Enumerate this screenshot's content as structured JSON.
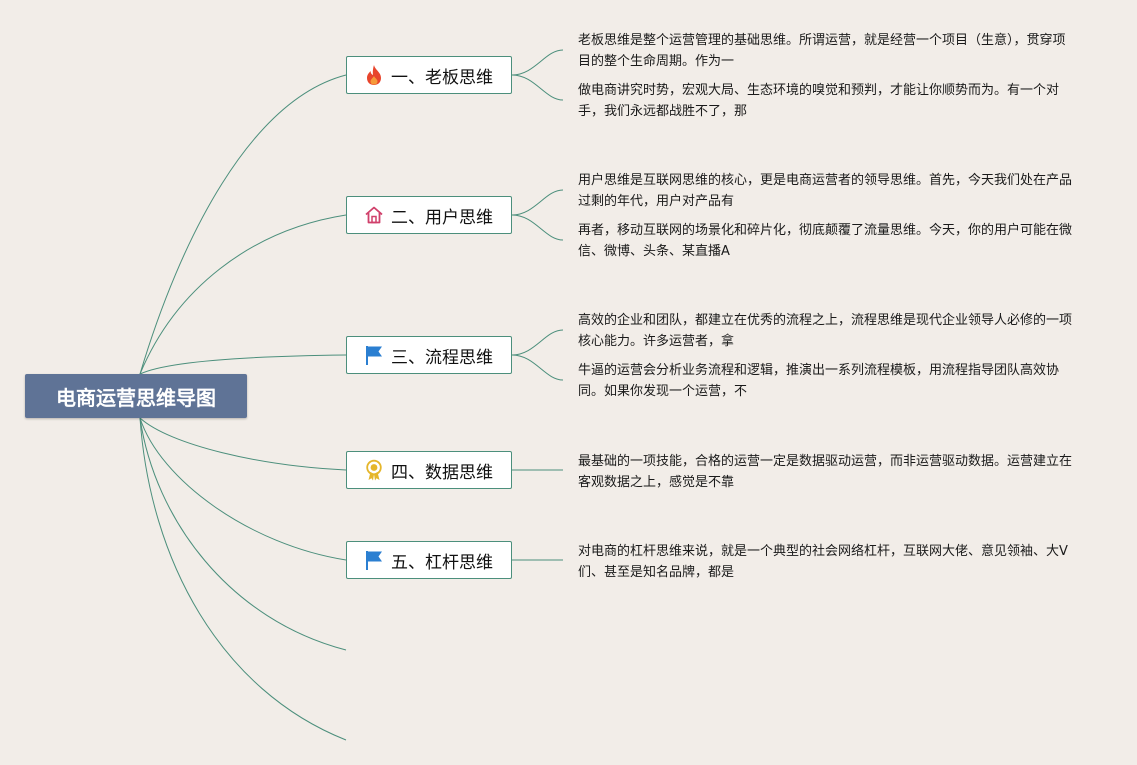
{
  "root": {
    "title": "电商运营思维导图"
  },
  "colors": {
    "background": "#f2ede8",
    "root_fill": "#5f7396",
    "connector": "#4c8f7c",
    "fire": "#e8452c",
    "house": "#d0406b",
    "flag": "#2b7fd1",
    "medal": "#e5b62b"
  },
  "branches": [
    {
      "label": "一、老板思维",
      "icon": "fire-icon",
      "notes": [
        "老板思维是整个运营管理的基础思维。所谓运营，就是经营一个项目（生意），贯穿项目的整个生命周期。作为一",
        "做电商讲究时势，宏观大局、生态环境的嗅觉和预判，才能让你顺势而为。有一个对手，我们永远都战胜不了，那"
      ]
    },
    {
      "label": "二、用户思维",
      "icon": "house-icon",
      "notes": [
        "用户思维是互联网思维的核心，更是电商运营者的领导思维。首先，今天我们处在产品过剩的年代，用户对产品有",
        "再者，移动互联网的场景化和碎片化，彻底颠覆了流量思维。今天，你的用户可能在微信、微博、头条、某直播A"
      ]
    },
    {
      "label": "三、流程思维",
      "icon": "flag-icon",
      "notes": [
        "高效的企业和团队，都建立在优秀的流程之上，流程思维是现代企业领导人必修的一项核心能力。许多运营者，拿",
        "牛逼的运营会分析业务流程和逻辑，推演出一系列流程模板，用流程指导团队高效协同。如果你发现一个运营，不"
      ]
    },
    {
      "label": "四、数据思维",
      "icon": "medal-icon",
      "notes": [
        "最基础的一项技能，合格的运营一定是数据驱动运营，而非运营驱动数据。运营建立在客观数据之上，感觉是不靠"
      ]
    },
    {
      "label": "五、杠杆思维",
      "icon": "flag-icon",
      "notes": [
        "对电商的杠杆思维来说，就是一个典型的社会网络杠杆，互联网大佬、意见领袖、大V们、甚至是知名品牌，都是"
      ]
    }
  ]
}
